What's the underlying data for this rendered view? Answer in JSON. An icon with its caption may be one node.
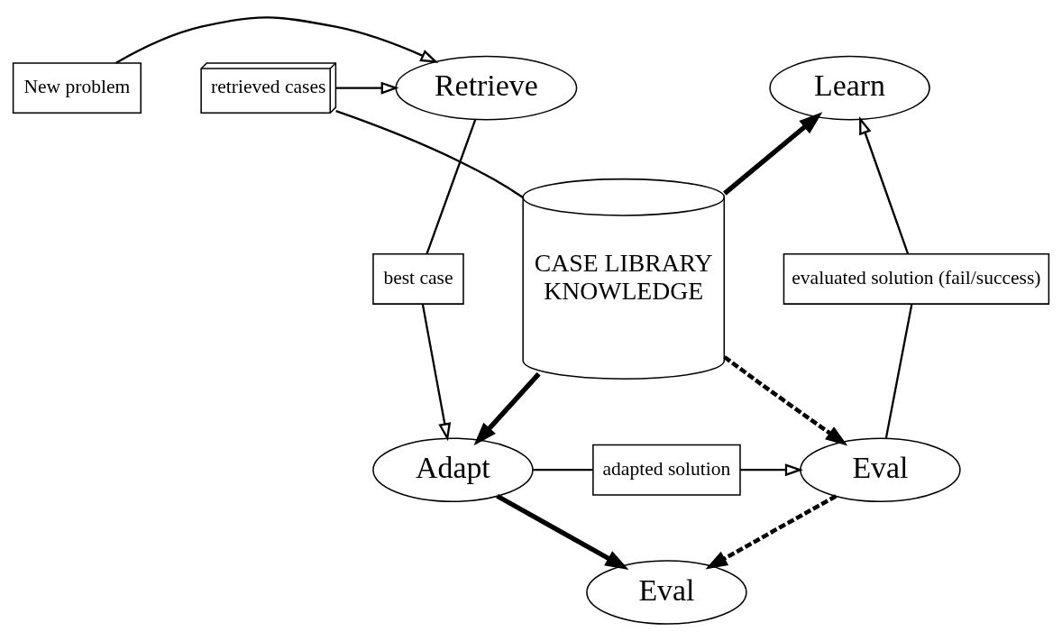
{
  "diagram": {
    "nodes": [
      {
        "text": [
          "New problem"
        ]
      },
      {
        "text": [
          "Retrieve"
        ]
      },
      {
        "text": [
          "retrieved cases"
        ]
      },
      {
        "text": [
          "CASE LIBRARY",
          "KNOWLEDGE"
        ]
      },
      {
        "text": [
          "Learn"
        ]
      },
      {
        "text": [
          "best case"
        ]
      },
      {
        "text": [
          "Adapt"
        ]
      },
      {
        "text": [
          "adapted solution"
        ]
      },
      {
        "text": [
          "Eval"
        ]
      },
      {
        "text": [
          "evaluated solution (fail/success)"
        ]
      },
      {
        "text": [
          "Eval"
        ]
      }
    ],
    "edges": [
      {
        "from": 0,
        "to": 1,
        "arrow": "to"
      },
      {
        "from": 3,
        "to": 2,
        "arrow": "none"
      },
      {
        "from": 2,
        "to": 1,
        "arrow": "to"
      },
      {
        "from": 3,
        "to": 4,
        "arrow": "to",
        "style": "thick"
      },
      {
        "from": 1,
        "to": 5,
        "arrow": "none"
      },
      {
        "from": 5,
        "to": 6,
        "arrow": "to"
      },
      {
        "from": 3,
        "to": 6,
        "arrow": "to",
        "style": "thick"
      },
      {
        "from": 6,
        "to": 7,
        "arrow": "none"
      },
      {
        "from": 7,
        "to": 8,
        "arrow": "to"
      },
      {
        "from": 3,
        "to": 8,
        "arrow": "to",
        "style": "dashed"
      },
      {
        "from": 8,
        "to": 9,
        "arrow": "none"
      },
      {
        "from": 9,
        "to": 4,
        "arrow": "to"
      },
      {
        "from": 6,
        "to": 10,
        "arrow": "to",
        "style": "thick"
      },
      {
        "from": 8,
        "to": 10,
        "arrow": "to",
        "style": "dashed"
      }
    ]
  }
}
